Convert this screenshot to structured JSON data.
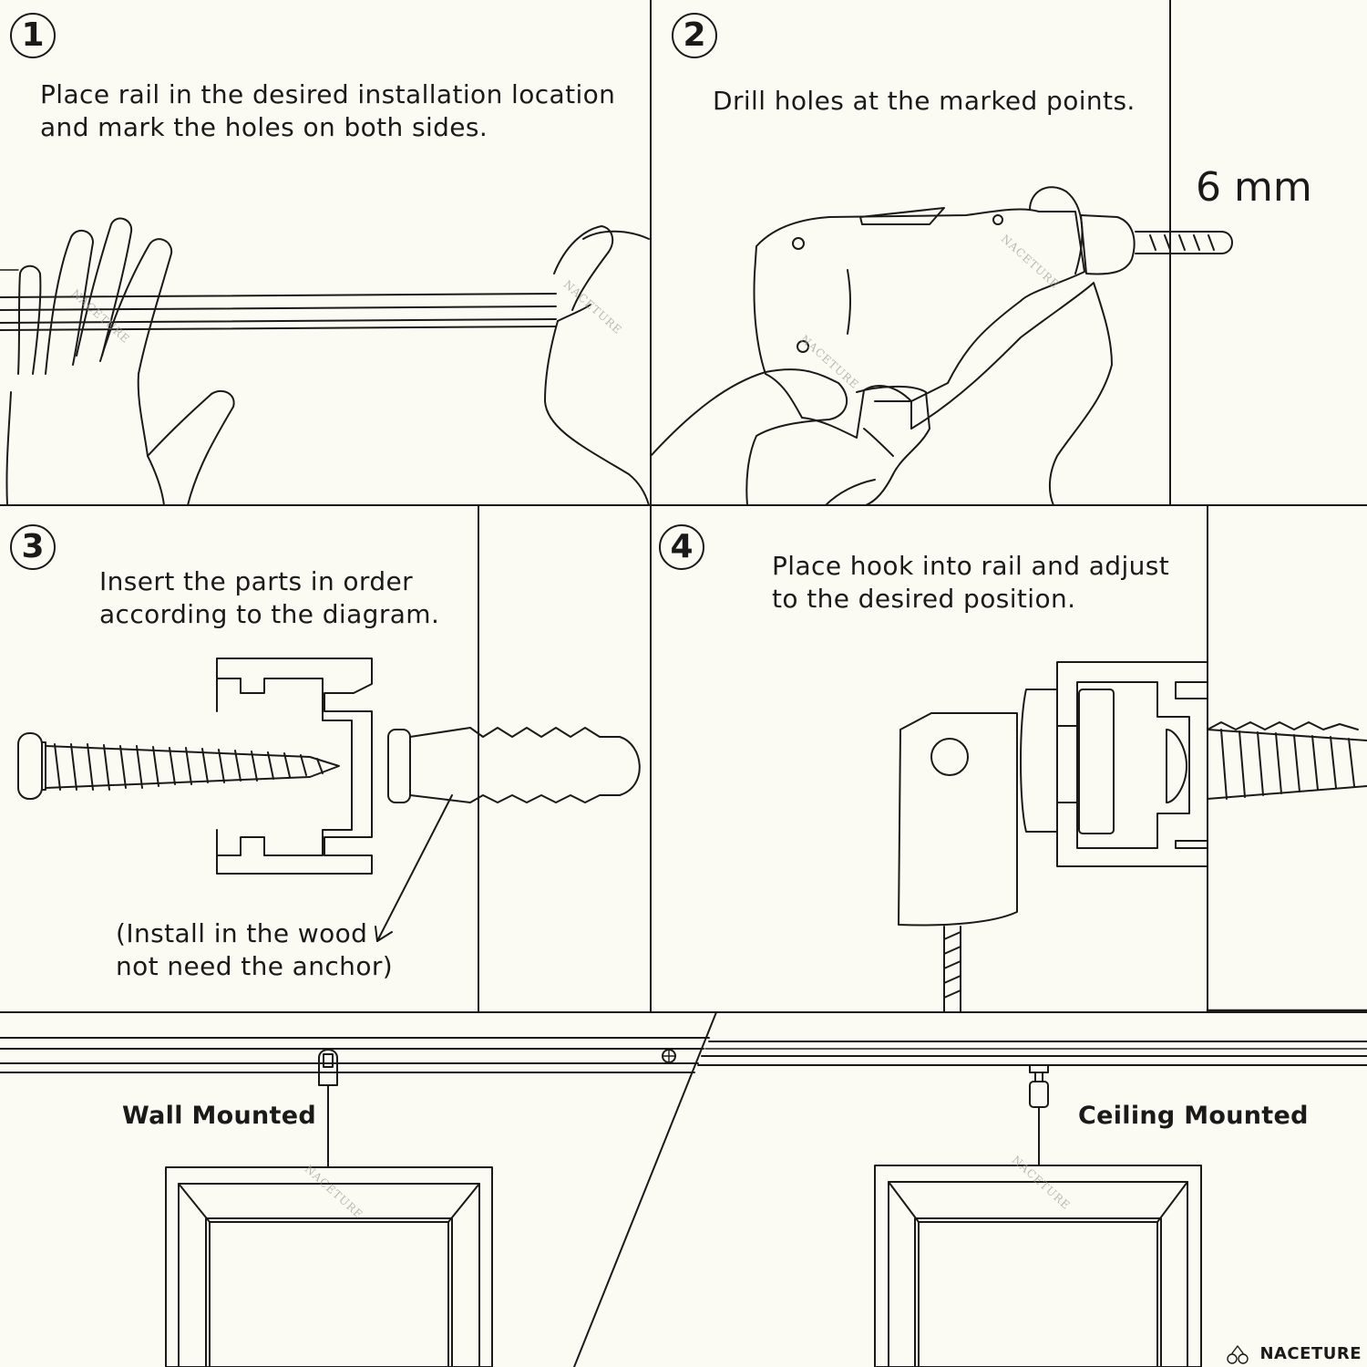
{
  "steps": [
    {
      "number": "1",
      "text_lines": [
        "Place rail in the desired installation location",
        "and mark the holes on both sides."
      ]
    },
    {
      "number": "2",
      "text_lines": [
        "Drill holes at the marked points."
      ],
      "measure": "6 mm"
    },
    {
      "number": "3",
      "text_lines": [
        "Insert the parts in order",
        "according to the diagram."
      ],
      "note_lines": [
        "(Install in the wood",
        "not need the anchor)"
      ]
    },
    {
      "number": "4",
      "text_lines": [
        "Place hook into rail and adjust",
        "to the desired position."
      ]
    }
  ],
  "mounting": {
    "wall_label": "Wall Mounted",
    "ceiling_label": "Ceiling Mounted"
  },
  "brand": {
    "name": "NACETURE",
    "watermark": "NACETURE"
  },
  "colors": {
    "background": "#fbfbf3",
    "ink": "#1a1a1a"
  }
}
